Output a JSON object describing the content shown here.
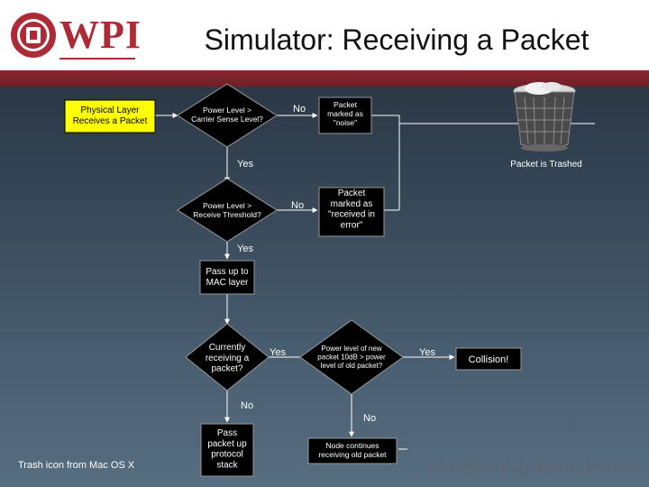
{
  "header": {
    "logo_text": "WPI",
    "title": "Simulator: Receiving a Packet"
  },
  "flow": {
    "start": "Physical Layer\nReceives a Packet",
    "decision_carrier": "Power Level >\nCarrier Sense Level?",
    "noise_box": "Packet\nmarked as\n\"noise\"",
    "decision_threshold": "Power Level >\nReceive Threshold?",
    "error_box": "Packet\nmarked as\n\"received in\nerror\"",
    "mac_box": "Pass up to\nMAC layer",
    "decision_receiving": "Currently\nreceiving a\npacket?",
    "decision_power": "Power level of new\npacket 10dB > power\nlevel of old packet?",
    "collision_box": "Collision!",
    "stack_box": "Pass\npacket up\nprotocol\nstack",
    "continue_box": "Node continues\nreceiving old packet",
    "trash_label": "Packet is Trashed",
    "yes": "Yes",
    "no": "No"
  },
  "footer": {
    "note": "Trash icon from Mac OS X",
    "brand": "Worcester Polytechnic Institute"
  },
  "colors": {
    "wpi_red": "#ac2b37",
    "start_fill": "#ffff00",
    "node_fill": "#000000"
  }
}
